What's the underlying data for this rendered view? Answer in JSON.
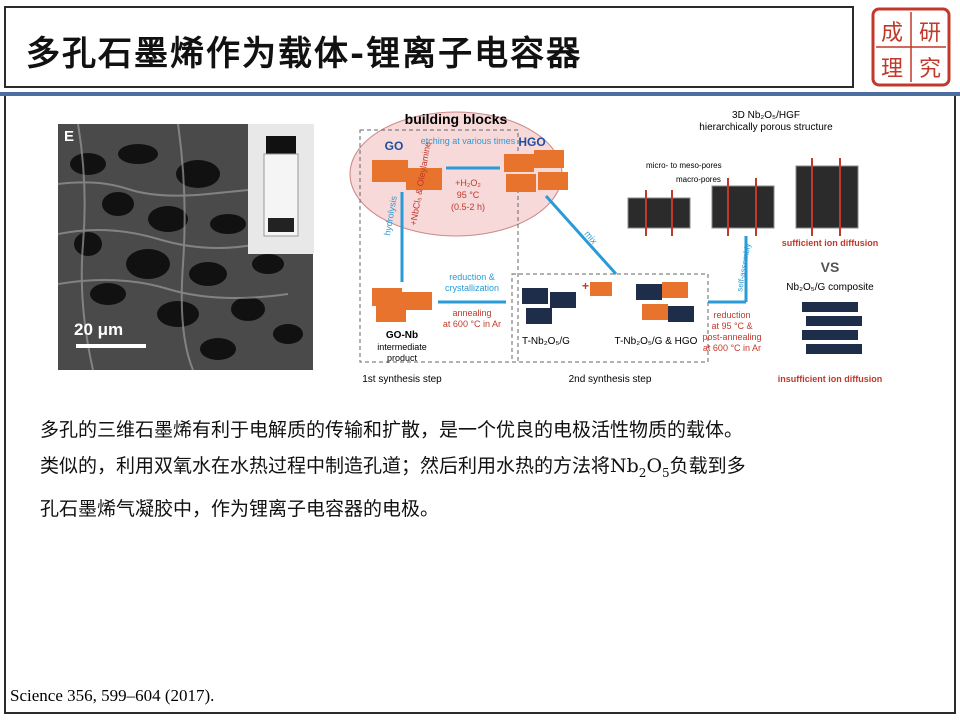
{
  "slide": {
    "title": "多孔石墨烯作为载体-锂离子电容器",
    "logo_chars": [
      "研",
      "究",
      "成",
      "理"
    ]
  },
  "figure": {
    "panel_label": "E",
    "scale_bar": "20 μm",
    "diagram": {
      "building_blocks": "building blocks",
      "go": "GO",
      "hgo": "HGO",
      "etching": "etching at various times",
      "h2o2": "+H₂O₂",
      "temp1": "95 °C",
      "time1": "(0.5-2 h)",
      "hydrolysis": "hydrolysis",
      "nbcl": "+NbCl₅ & Oleylamine",
      "mix": "mix",
      "go_nb": "GO-Nb",
      "intermediate": "intermediate",
      "product": "product",
      "reduction": "reduction &",
      "crystallization": "crystallization",
      "annealing": "annealing",
      "annealing2": "at 600 °C in Ar",
      "t_nb": "T-Nb₂O₅/G",
      "t_nb_hgo": "T-Nb₂O₅/G & HGO",
      "reduction2": "reduction",
      "reduction2b": "at 95 °C &",
      "post": "post-annealing",
      "post2": "at 600 °C in Ar",
      "self_assembly": "self-assembly",
      "step1": "1st synthesis step",
      "step2": "2nd synthesis step",
      "hgf": "3D Nb₂O₅/HGF",
      "hier": "hierarchically porous structure",
      "micro": "micro- to meso-pores",
      "macro": "macro-pores",
      "sufficient": "sufficient ion diffusion",
      "vs": "VS",
      "composite": "Nb₂O₅/G composite",
      "insufficient": "insufficient ion diffusion"
    }
  },
  "body": {
    "line1": "多孔的三维石墨烯有利于电解质的传输和扩散，是一个优良的电极活性物质的载体。",
    "line2_pre": "类似的，利用双氧水在水热过程中制造孔道；然后利用水热的方法将Nb",
    "line2_sub1": "2",
    "line2_mid": "O",
    "line2_sub2": "5",
    "line2_post": "负载到多",
    "line3": "孔石墨烯气凝胶中，作为锂离子电容器的电极。"
  },
  "citation": "Science 356, 599–604 (2017)."
}
